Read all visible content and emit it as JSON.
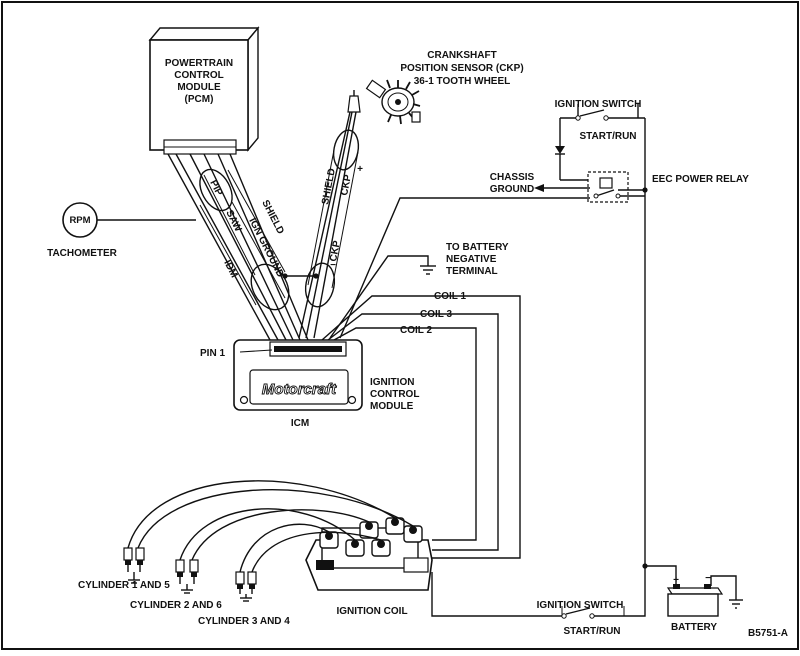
{
  "pcm": {
    "line1": "POWERTRAIN",
    "line2": "CONTROL",
    "line3": "MODULE",
    "line4": "(PCM)"
  },
  "ckp": {
    "line1": "CRANKSHAFT",
    "line2": "POSITION SENSOR (CKP)",
    "line3": "36-1 TOOTH WHEEL"
  },
  "ignition_switch_top": {
    "title": "IGNITION SWITCH",
    "position": "START/RUN"
  },
  "chassis_ground": {
    "line1": "CHASSIS",
    "line2": "GROUND"
  },
  "eec_relay": "EEC POWER RELAY",
  "tachometer": {
    "badge": "RPM",
    "label": "TACHOMETER"
  },
  "battery_terminal": {
    "line1": "TO BATTERY",
    "line2": "NEGATIVE",
    "line3": "TERMINAL"
  },
  "wires": {
    "pip": "PIP",
    "saw": "SAW",
    "idm": "IDM",
    "shield_left": "SHIELD",
    "ign_ground": "IGN GROUND",
    "shield_right": "SHIELD",
    "ckp_plus": "CKP",
    "ckp_minus": "CKP",
    "coil1": "COIL 1",
    "coil3": "COIL 3",
    "coil2": "COIL 2"
  },
  "pin1": "PIN 1",
  "icm": {
    "logo": "Motorcraft",
    "line1": "IGNITION",
    "line2": "CONTROL",
    "line3": "MODULE",
    "caption": "ICM"
  },
  "cylinders": {
    "c15": "CYLINDER 1 AND 5",
    "c26": "CYLINDER 2 AND 6",
    "c34": "CYLINDER 3 AND 4"
  },
  "ignition_coil": "IGNITION COIL",
  "ignition_switch_bottom": {
    "title": "IGNITION SWITCH",
    "position": "START/RUN"
  },
  "battery": {
    "label": "BATTERY",
    "plus": "+",
    "minus": "−"
  },
  "figure_code": "B5751-A"
}
